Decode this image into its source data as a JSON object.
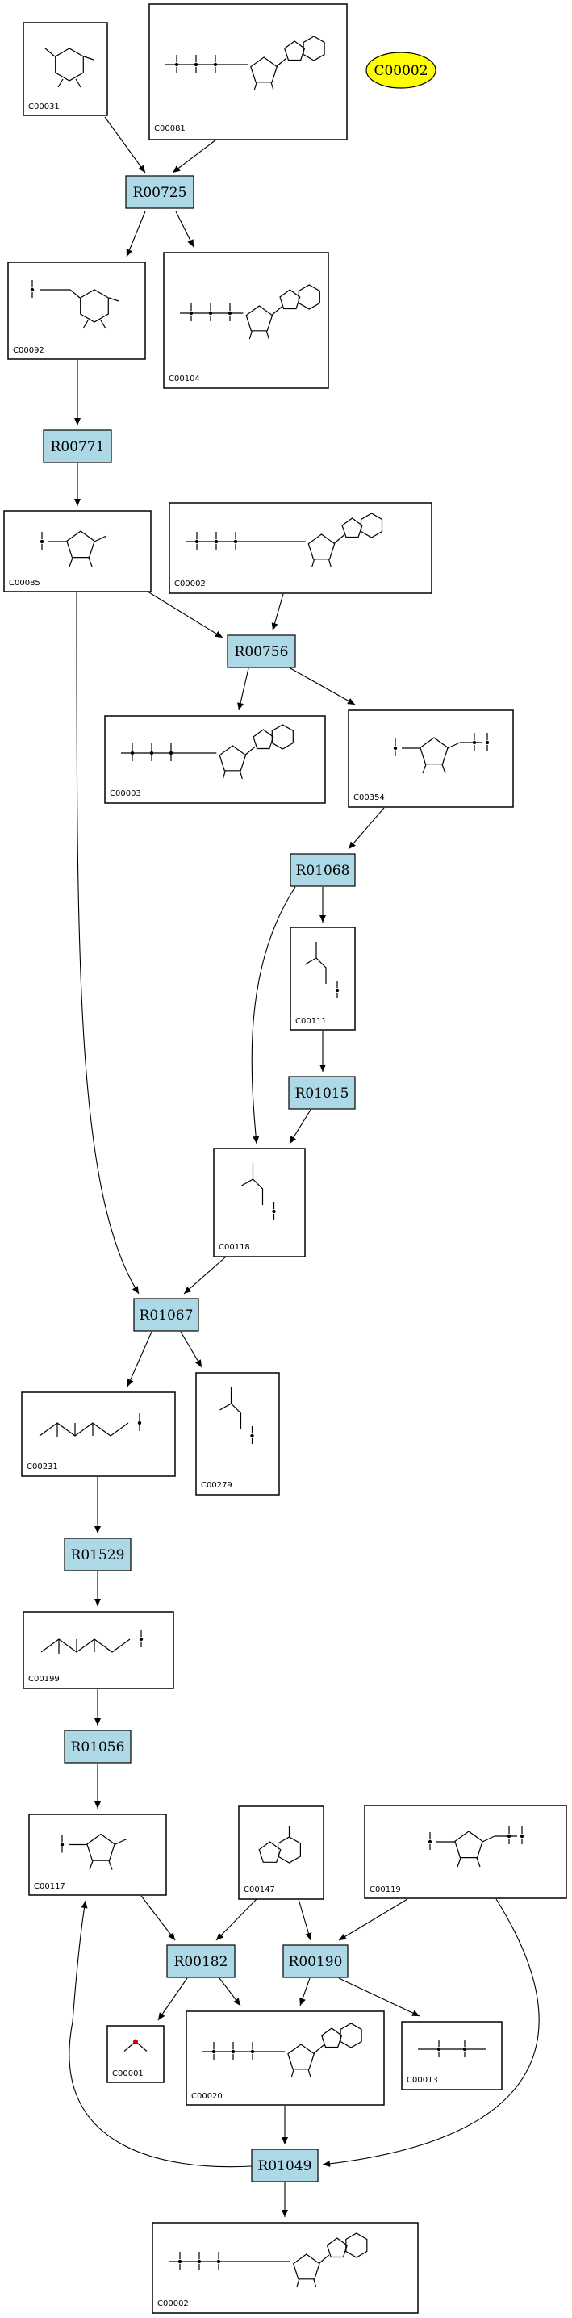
{
  "highlight": {
    "id": "C00002",
    "fill": "#ffff00"
  },
  "reactions": [
    {
      "key": "r1",
      "label": "R00725"
    },
    {
      "key": "r2",
      "label": "R00771"
    },
    {
      "key": "r3",
      "label": "R00756"
    },
    {
      "key": "r4",
      "label": "R01068"
    },
    {
      "key": "r5",
      "label": "R01015"
    },
    {
      "key": "r6",
      "label": "R01067"
    },
    {
      "key": "r7",
      "label": "R01529"
    },
    {
      "key": "r8",
      "label": "R01056"
    },
    {
      "key": "r9",
      "label": "R00182"
    },
    {
      "key": "r10",
      "label": "R00190"
    },
    {
      "key": "r11",
      "label": "R01049"
    }
  ],
  "compounds": [
    {
      "key": "c1",
      "id": "C00031",
      "kind": "sugar6"
    },
    {
      "key": "c2",
      "id": "C00081",
      "kind": "nucleotide"
    },
    {
      "key": "c3",
      "id": "C00092",
      "kind": "sugar6p"
    },
    {
      "key": "c4",
      "id": "C00104",
      "kind": "nucleotide"
    },
    {
      "key": "c5",
      "id": "C00085",
      "kind": "sugar5p"
    },
    {
      "key": "c6",
      "id": "C00002",
      "kind": "nucleotide"
    },
    {
      "key": "c7",
      "id": "C00003",
      "kind": "nucleotide"
    },
    {
      "key": "c8",
      "id": "C00354",
      "kind": "sugar5pp"
    },
    {
      "key": "c9",
      "id": "C00111",
      "kind": "small"
    },
    {
      "key": "c10",
      "id": "C00118",
      "kind": "small"
    },
    {
      "key": "c11",
      "id": "C00231",
      "kind": "chain"
    },
    {
      "key": "c12",
      "id": "C00279",
      "kind": "small"
    },
    {
      "key": "c13",
      "id": "C00199",
      "kind": "chain"
    },
    {
      "key": "c14",
      "id": "C00117",
      "kind": "sugar5p"
    },
    {
      "key": "c15",
      "id": "C00147",
      "kind": "base"
    },
    {
      "key": "c16",
      "id": "C00119",
      "kind": "sugar5pp"
    },
    {
      "key": "c17",
      "id": "C00001",
      "kind": "water"
    },
    {
      "key": "c18",
      "id": "C00020",
      "kind": "nucleotide"
    },
    {
      "key": "c19",
      "id": "C00013",
      "kind": "pp"
    },
    {
      "key": "c20",
      "id": "C00002",
      "kind": "nucleotide"
    }
  ]
}
